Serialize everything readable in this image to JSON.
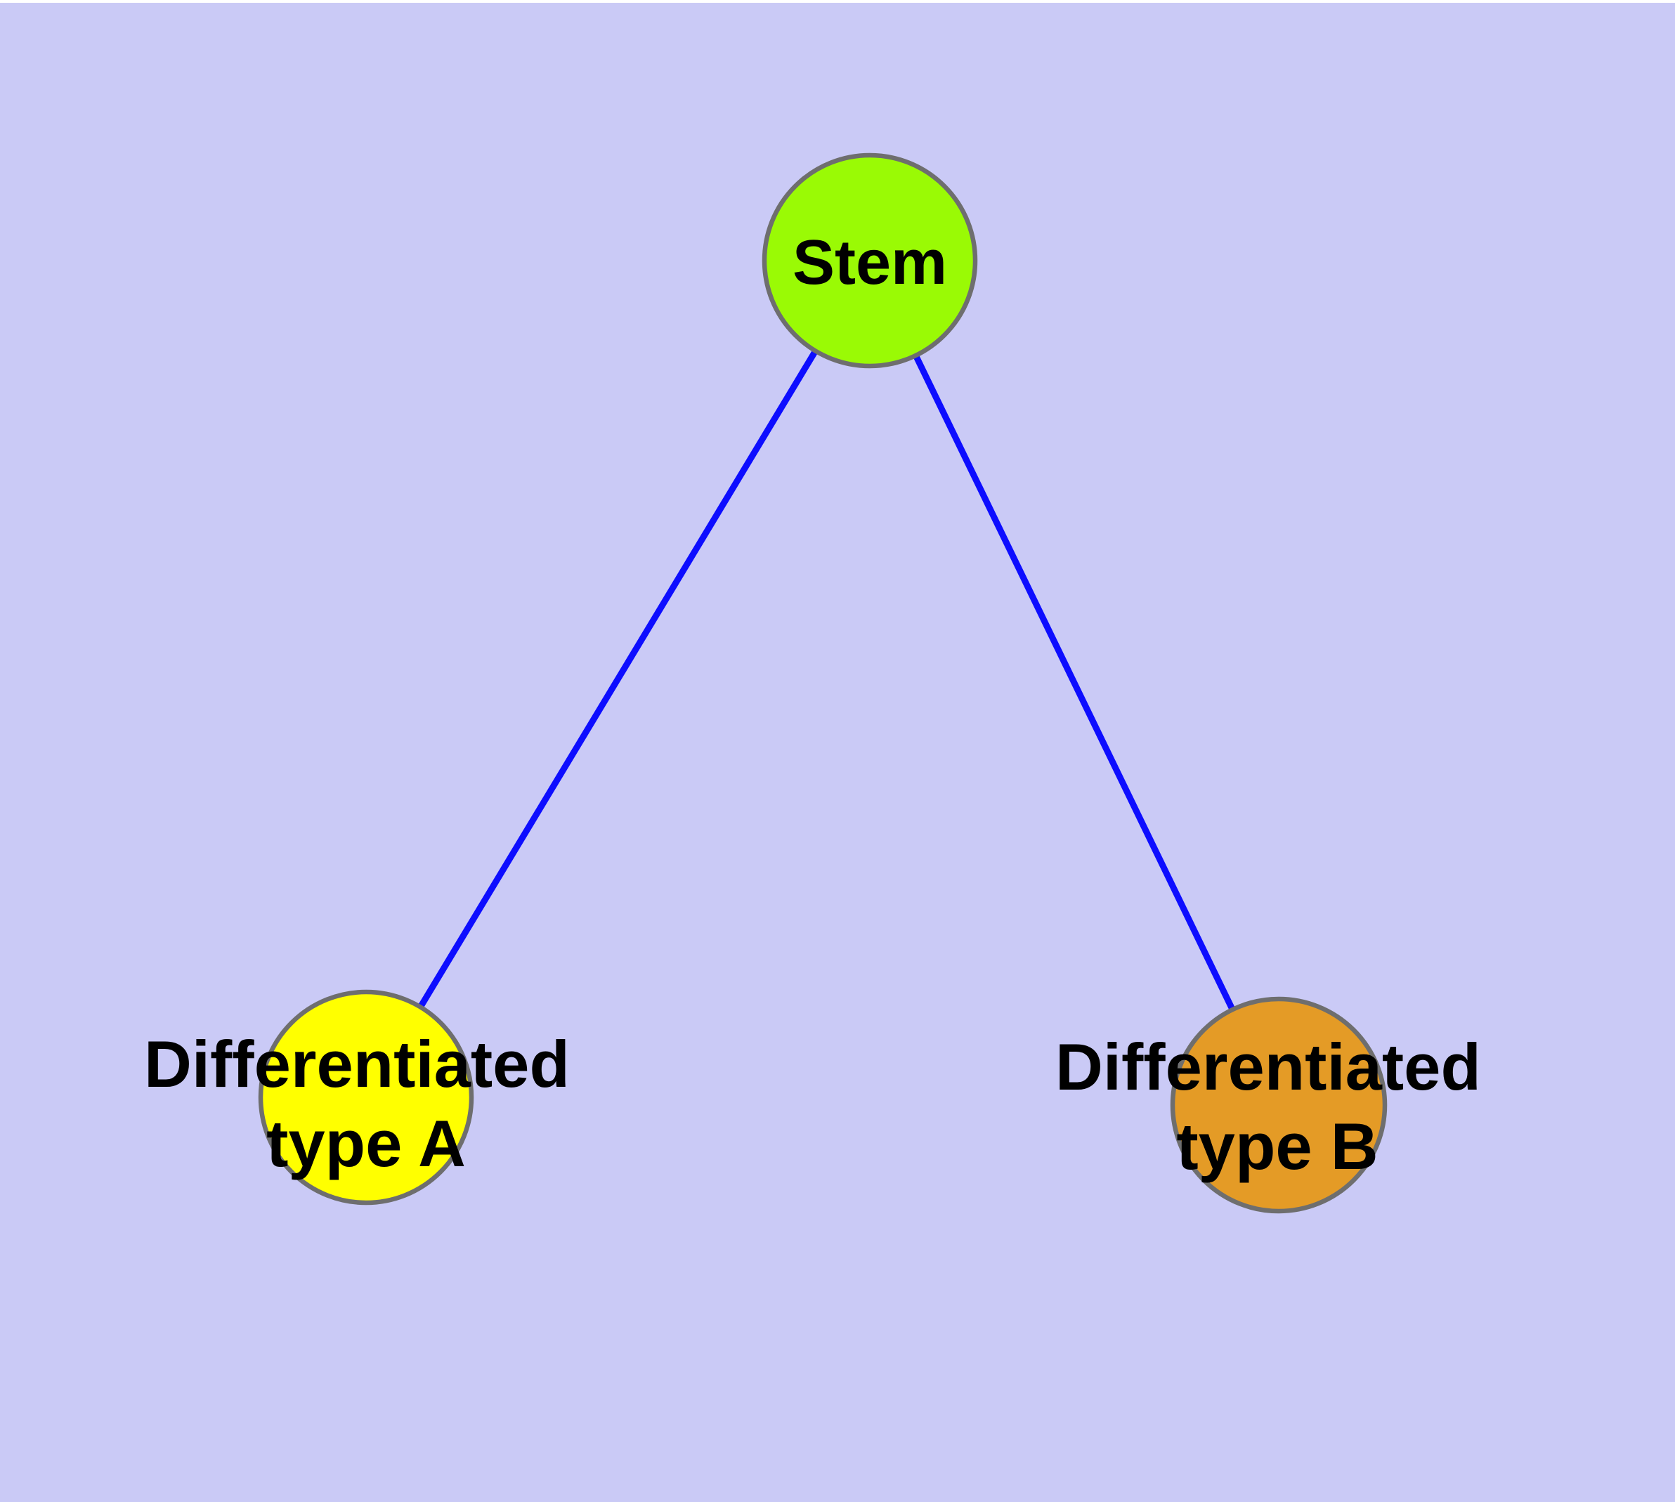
{
  "canvas": {
    "background_color": "#cacaf6",
    "top_border_color": "#ffffff"
  },
  "diagram": {
    "type": "node-link-graph",
    "node_border_color": "#6e6e6e",
    "label_color": "#000000",
    "nodes": [
      {
        "id": "stem",
        "label": "Stem",
        "fill": "#9afa05"
      },
      {
        "id": "type-a",
        "label": "Differentiated type A",
        "label_lines": [
          "Differentiated",
          "type A"
        ],
        "fill": "#ffff00"
      },
      {
        "id": "type-b",
        "label": "Differentiated type B",
        "label_lines": [
          "Differentiated",
          "type B"
        ],
        "fill": "#e49b26"
      }
    ],
    "edges": [
      {
        "from": "Stem",
        "to": "Differentiated type A",
        "color": "#0d0dff"
      },
      {
        "from": "Stem",
        "to": "Differentiated type B",
        "color": "#0d0dff"
      }
    ]
  }
}
